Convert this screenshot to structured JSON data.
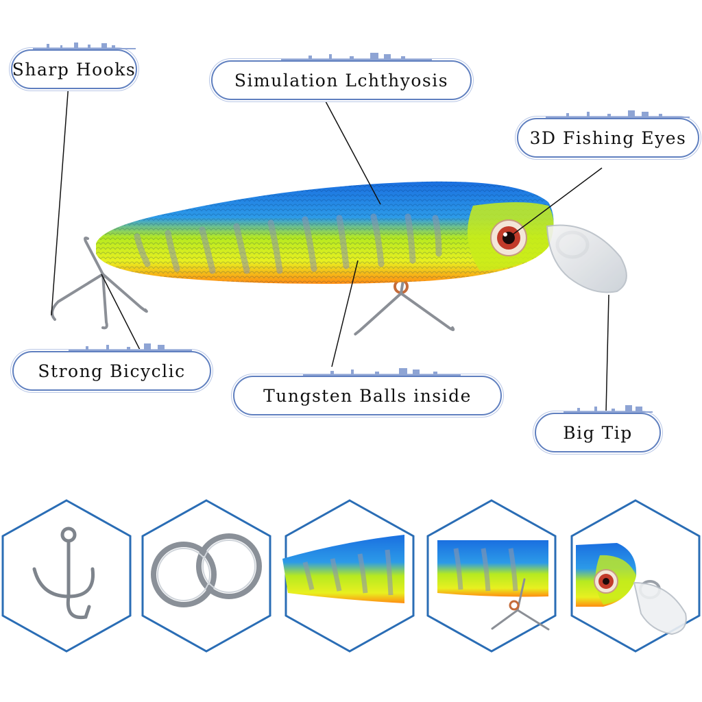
{
  "callouts": {
    "sharp_hooks": "Sharp Hooks",
    "simulation": "Simulation Lchthyosis",
    "fishing_eyes": "3D Fishing Eyes",
    "bicyclic": "Strong Bicyclic",
    "tungsten": "Tungsten Balls inside",
    "big_tip": "Big Tip"
  },
  "colors": {
    "lure_back": "#1e7fe0",
    "lure_belly_yellow": "#d8f21a",
    "lure_belly_orange": "#ff9a1a",
    "callout_border": "#5f7fbf",
    "hexagon_border": "#2a6db5"
  },
  "thumbnails": [
    {
      "name": "treble-hook",
      "icon": "treble-hook-icon"
    },
    {
      "name": "split-rings",
      "icon": "split-ring-icon"
    },
    {
      "name": "lure-body-back",
      "icon": "lure-back-icon"
    },
    {
      "name": "lure-belly-hook",
      "icon": "lure-belly-icon"
    },
    {
      "name": "lure-head-lip",
      "icon": "lure-head-icon"
    }
  ]
}
